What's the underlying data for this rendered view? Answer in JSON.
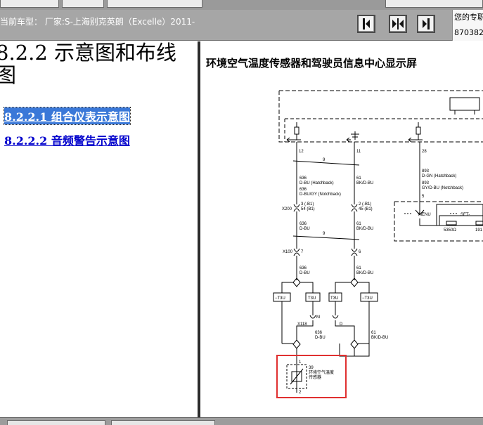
{
  "header": {
    "vehicle_info": "当前车型： 厂家:S-上海别克英朗（Excelle）2011-",
    "right_info_line1": "您的专职",
    "right_info_line2": "870382",
    "nav_buttons": [
      "step-back-icon",
      "split-view-icon",
      "step-forward-icon"
    ]
  },
  "left_panel": {
    "section_title": "8.2.2 示意图和布线图",
    "links": [
      {
        "label": "8.2.2.1 组合仪表示意图",
        "active": true
      },
      {
        "label": "8.2.2.2 音频警告示意图",
        "active": false
      }
    ]
  },
  "right_panel": {
    "diagram_title": "环境空气温度传感器和驾驶员信息中心显示屏",
    "labels": {
      "pin_12": "12",
      "pin_11": "11",
      "pin_28": "28",
      "wire_9_a": "9",
      "wire_a1": "636",
      "wire_a2": "D-BU (Hatchback)",
      "wire_a3": "636",
      "wire_a4": "D-BU/GY (Notchback)",
      "wire_b1": "61",
      "wire_b2": "BK/D-BU",
      "wire_c1": "893",
      "wire_c2": "D-GN (Hatchback)",
      "wire_c3": "893",
      "wire_c4": "GY/D-BU (Notchback)",
      "pin_5": "5",
      "menu": "MENU",
      "set": "SET-",
      "res_5350": "5350Ω",
      "res_191": "191",
      "x200": "X200",
      "x200_l1": "3 (-B1)",
      "x200_l2": "54 (B1)",
      "x200_r1": "2 (-B1)",
      "x200_r2": "45 (B1)",
      "wire_d1": "636",
      "wire_d2": "D-BU",
      "wire_e1": "61",
      "wire_e2": "BK/D-BU",
      "wire_9_b": "9",
      "x100": "X100",
      "x100_l": "7",
      "x100_r": "6",
      "wire_f1": "636",
      "wire_f2": "D-BU",
      "wire_g1": "61",
      "wire_g2": "BK/D-BU",
      "t3u_1": "−T3U",
      "t3u_2": "T3U",
      "t3u_3": "T3U",
      "t3u_4": "−T3U",
      "x118": "X118",
      "x118_m": "M",
      "x118_d": "D",
      "wire_h1": "636",
      "wire_h2": "D-BU",
      "wire_i1": "61",
      "wire_i2": "BK/D-BU",
      "sensor_pin1": "1",
      "sensor_pin2": "2",
      "sensor_id": "39",
      "sensor_name1": "环境空气温度",
      "sensor_name2": "传感器"
    },
    "highlight_color": "#e03030"
  },
  "colors": {
    "header_bg": "#a6a6a6",
    "link": "#0000cc",
    "active_link_bg": "#3a78d8",
    "divider": "#2c2c2c"
  }
}
